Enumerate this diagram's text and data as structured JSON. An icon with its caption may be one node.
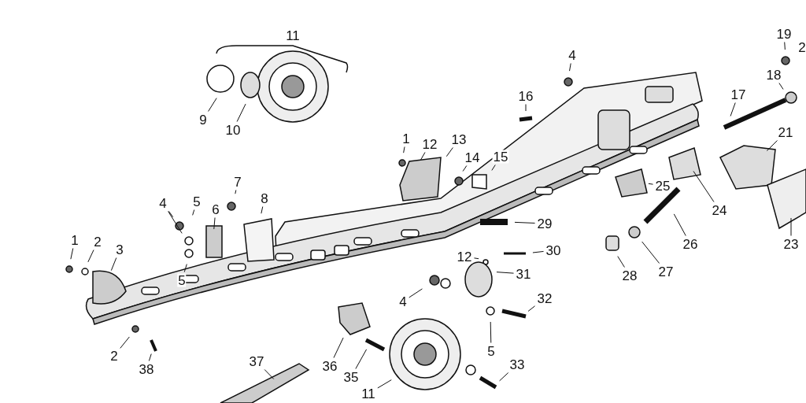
{
  "diagram": {
    "nodes": [
      {
        "text": [
          "11"
        ]
      },
      {
        "text": [
          "9"
        ]
      },
      {
        "text": [
          "10"
        ]
      },
      {
        "text": [
          "4"
        ]
      },
      {
        "text": [
          "19"
        ]
      },
      {
        "text": [
          "2"
        ]
      },
      {
        "text": [
          "16"
        ]
      },
      {
        "text": [
          "18"
        ]
      },
      {
        "text": [
          "17"
        ]
      },
      {
        "text": [
          "1"
        ]
      },
      {
        "text": [
          "12"
        ]
      },
      {
        "text": [
          "13"
        ]
      },
      {
        "text": [
          "14"
        ]
      },
      {
        "text": [
          "15"
        ]
      },
      {
        "text": [
          "21"
        ]
      },
      {
        "text": [
          "7"
        ]
      },
      {
        "text": [
          "8"
        ]
      },
      {
        "text": [
          "4"
        ]
      },
      {
        "text": [
          "5"
        ]
      },
      {
        "text": [
          "6"
        ]
      },
      {
        "text": [
          "25"
        ]
      },
      {
        "text": [
          "24"
        ]
      },
      {
        "text": [
          "23"
        ]
      },
      {
        "text": [
          "29"
        ]
      },
      {
        "text": [
          "1"
        ]
      },
      {
        "text": [
          "2"
        ]
      },
      {
        "text": [
          "3"
        ]
      },
      {
        "text": [
          "5"
        ]
      },
      {
        "text": [
          "26"
        ]
      },
      {
        "text": [
          "30"
        ]
      },
      {
        "text": [
          "12"
        ]
      },
      {
        "text": [
          "31"
        ]
      },
      {
        "text": [
          "28"
        ]
      },
      {
        "text": [
          "27"
        ]
      },
      {
        "text": [
          "4"
        ]
      },
      {
        "text": [
          "32"
        ]
      },
      {
        "text": [
          "2"
        ]
      },
      {
        "text": [
          "38"
        ]
      },
      {
        "text": [
          "36"
        ]
      },
      {
        "text": [
          "35"
        ]
      },
      {
        "text": [
          "5"
        ]
      },
      {
        "text": [
          "33"
        ]
      },
      {
        "text": [
          "37"
        ]
      },
      {
        "text": [
          "11"
        ]
      }
    ],
    "edges": [
      {
        "from": 1,
        "to": null,
        "arrow": "none"
      },
      {
        "from": 2,
        "to": null,
        "arrow": "none"
      },
      {
        "from": 3,
        "to": null,
        "arrow": "none"
      },
      {
        "from": 4,
        "to": null,
        "arrow": "none"
      },
      {
        "from": 6,
        "to": null,
        "arrow": "none"
      },
      {
        "from": 7,
        "to": null,
        "arrow": "none"
      },
      {
        "from": 8,
        "to": null,
        "arrow": "none"
      },
      {
        "from": 9,
        "to": null,
        "arrow": "none"
      },
      {
        "from": 10,
        "to": null,
        "arrow": "none"
      },
      {
        "from": 11,
        "to": null,
        "arrow": "none"
      },
      {
        "from": 12,
        "to": null,
        "arrow": "none"
      },
      {
        "from": 13,
        "to": null,
        "arrow": "none"
      },
      {
        "from": 14,
        "to": null,
        "arrow": "none"
      },
      {
        "from": 15,
        "to": null,
        "arrow": "none"
      },
      {
        "from": 16,
        "to": null,
        "arrow": "none"
      },
      {
        "from": 17,
        "to": null,
        "arrow": "none"
      },
      {
        "from": 17,
        "to": null,
        "arrow": "none"
      },
      {
        "from": 18,
        "to": null,
        "arrow": "none"
      },
      {
        "from": 19,
        "to": null,
        "arrow": "none"
      },
      {
        "from": 20,
        "to": null,
        "arrow": "none"
      },
      {
        "from": 21,
        "to": null,
        "arrow": "none"
      },
      {
        "from": 22,
        "to": null,
        "arrow": "none"
      },
      {
        "from": 23,
        "to": null,
        "arrow": "none"
      },
      {
        "from": 24,
        "to": null,
        "arrow": "none"
      },
      {
        "from": 25,
        "to": null,
        "arrow": "none"
      },
      {
        "from": 26,
        "to": null,
        "arrow": "none"
      },
      {
        "from": 27,
        "to": null,
        "arrow": "none"
      },
      {
        "from": 28,
        "to": null,
        "arrow": "none"
      },
      {
        "from": 29,
        "to": null,
        "arrow": "none"
      },
      {
        "from": 30,
        "to": null,
        "arrow": "none"
      },
      {
        "from": 31,
        "to": null,
        "arrow": "none"
      },
      {
        "from": 32,
        "to": null,
        "arrow": "none"
      },
      {
        "from": 33,
        "to": null,
        "arrow": "none"
      },
      {
        "from": 34,
        "to": null,
        "arrow": "none"
      },
      {
        "from": 35,
        "to": null,
        "arrow": "none"
      },
      {
        "from": 36,
        "to": null,
        "arrow": "none"
      },
      {
        "from": 37,
        "to": null,
        "arrow": "none"
      },
      {
        "from": 38,
        "to": null,
        "arrow": "none"
      },
      {
        "from": 39,
        "to": null,
        "arrow": "none"
      },
      {
        "from": 40,
        "to": null,
        "arrow": "none"
      },
      {
        "from": 41,
        "to": null,
        "arrow": "none"
      },
      {
        "from": 42,
        "to": null,
        "arrow": "none"
      },
      {
        "from": 43,
        "to": null,
        "arrow": "none"
      }
    ]
  }
}
